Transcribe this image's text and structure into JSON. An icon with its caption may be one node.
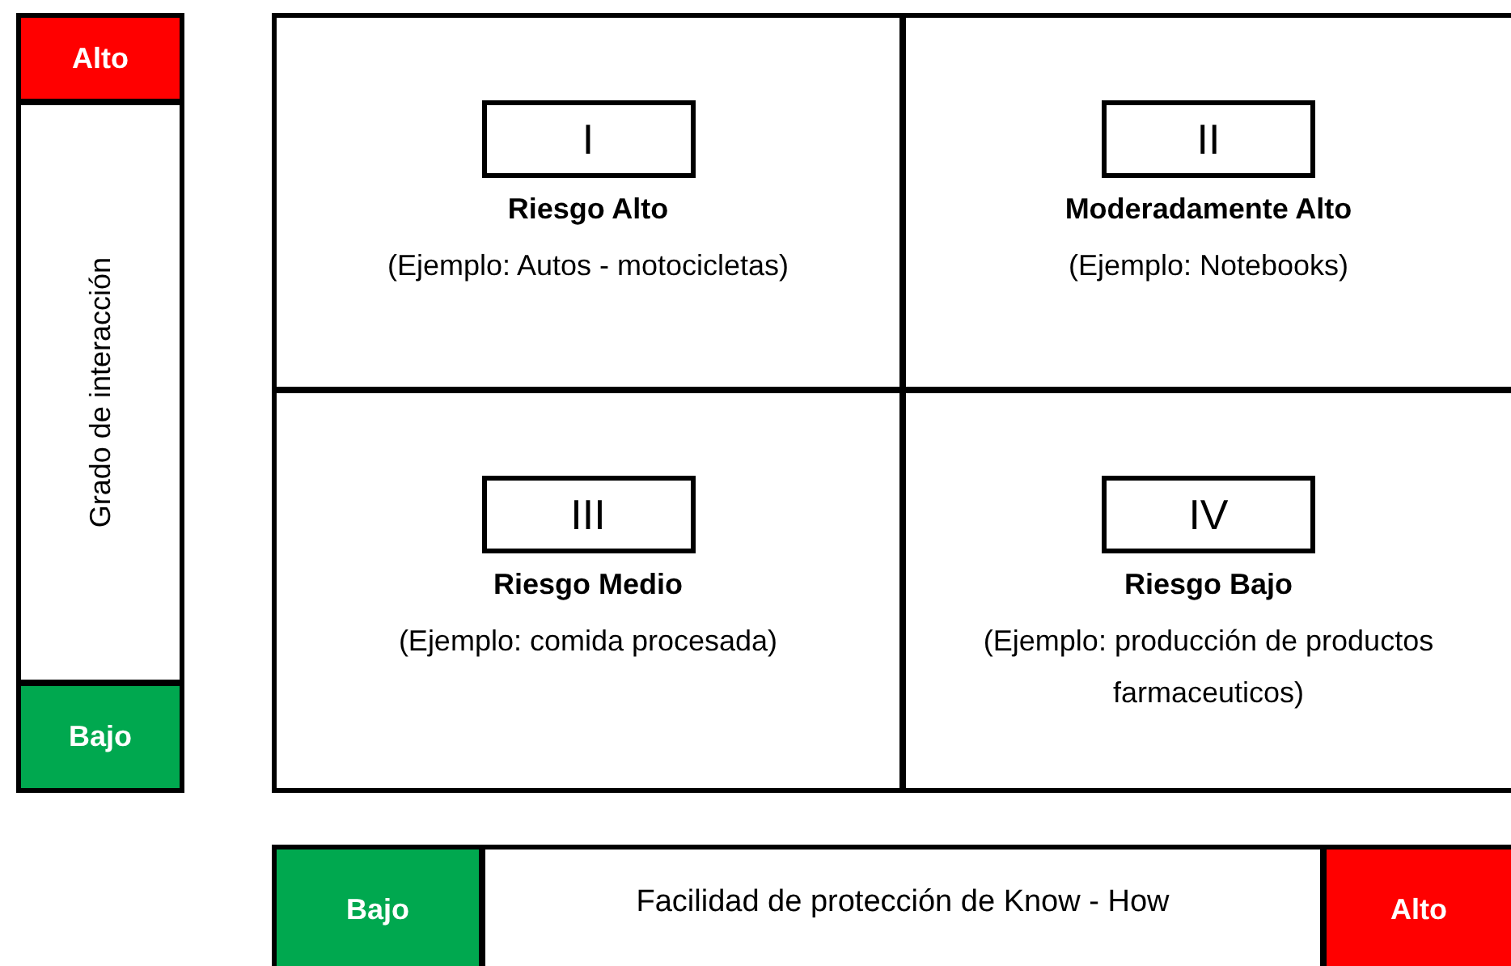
{
  "diagram": {
    "nodes": [
      {
        "text": [
          "Alto"
        ]
      },
      {
        "text": [
          "Grado de interacción"
        ]
      },
      {
        "text": [
          "Bajo"
        ]
      },
      {
        "text": [
          "Riesgo Alto",
          "(Ejemplo: Autos - motocicletas)"
        ]
      },
      {
        "text": [
          "I"
        ],
        "in": 3
      },
      {
        "text": [
          "Moderadamente Alto",
          "(Ejemplo: Notebooks)"
        ]
      },
      {
        "text": [
          "II"
        ],
        "in": 5
      },
      {
        "text": [
          "Riesgo Medio",
          "(Ejemplo: comida procesada)"
        ]
      },
      {
        "text": [
          "III"
        ],
        "in": 7
      },
      {
        "text": [
          "Riesgo Bajo",
          "(Ejemplo: producción de productos farmaceuticos)"
        ]
      },
      {
        "text": [
          "IV"
        ],
        "in": 9
      },
      {
        "text": [
          "Bajo"
        ]
      },
      {
        "text": [
          "Facilidad de protección de Know - How"
        ]
      },
      {
        "text": [
          "Alto"
        ]
      }
    ]
  }
}
